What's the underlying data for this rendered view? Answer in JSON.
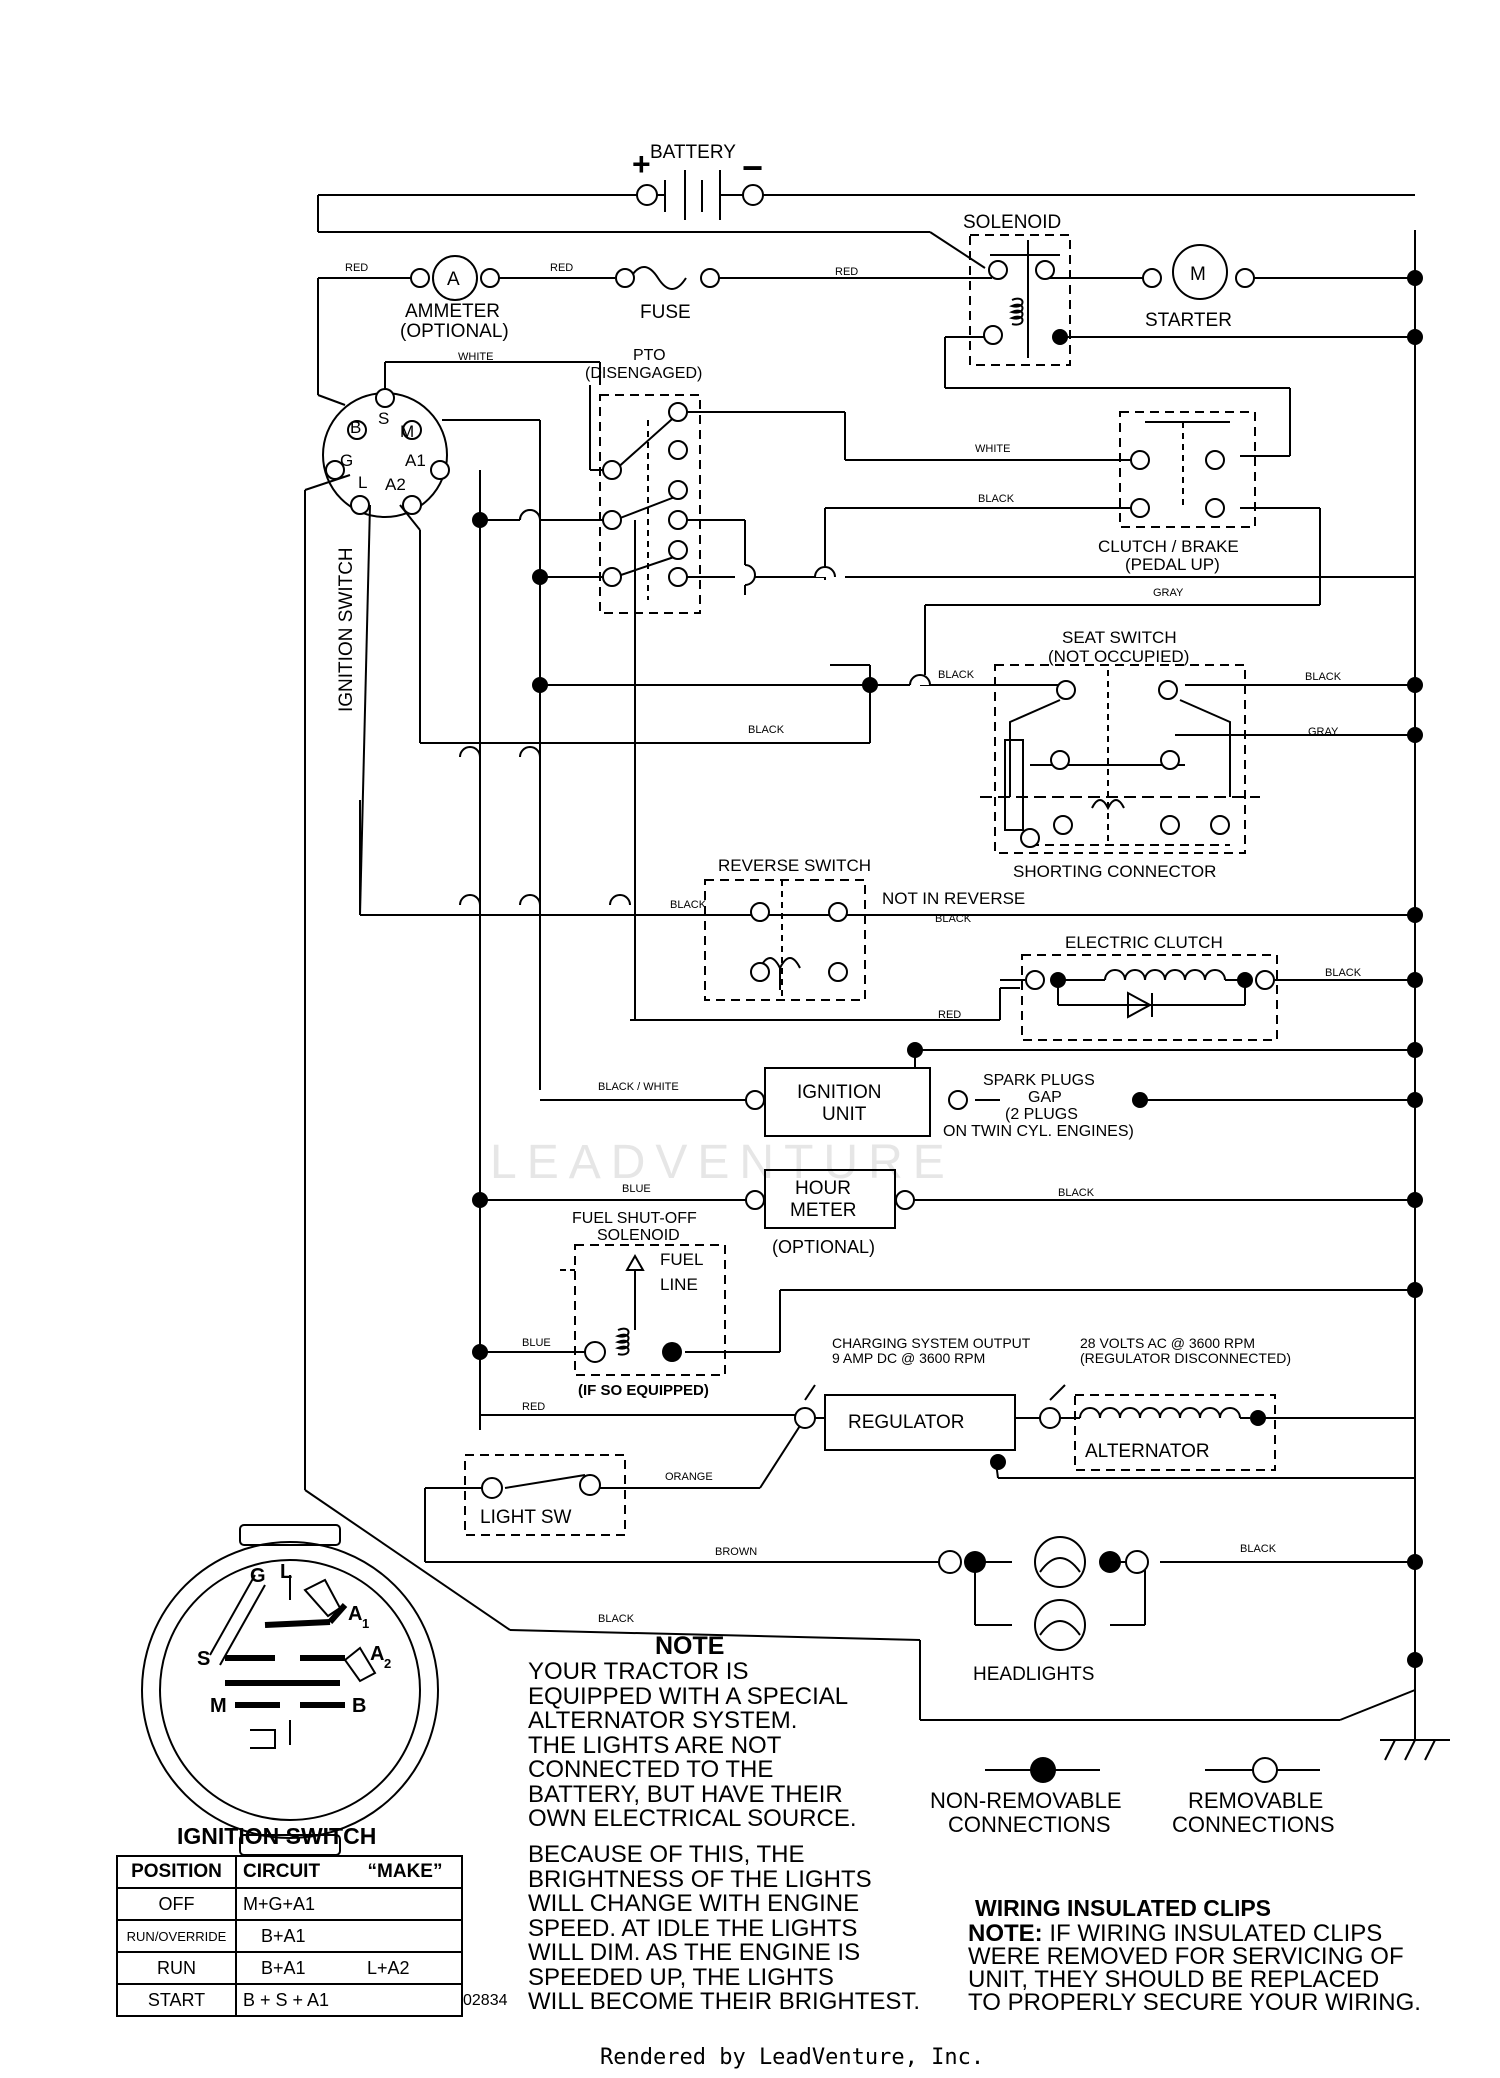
{
  "components": {
    "battery": "BATTERY",
    "solenoid": "SOLENOID",
    "ammeter": "AMMETER",
    "ammeter_opt": "(OPTIONAL)",
    "ammeter_symbol": "A",
    "fuse": "FUSE",
    "starter": "STARTER",
    "starter_symbol": "M",
    "pto": "PTO",
    "pto_state": "(DISENGAGED)",
    "clutch_brake": "CLUTCH / BRAKE",
    "clutch_brake_state": "(PEDAL UP)",
    "seat_switch": "SEAT SWITCH",
    "seat_state": "(NOT OCCUPIED)",
    "shorting_connector": "SHORTING CONNECTOR",
    "reverse_switch": "REVERSE SWITCH",
    "not_in_reverse": "NOT IN REVERSE",
    "electric_clutch": "ELECTRIC CLUTCH",
    "ignition_unit_1": "IGNITION",
    "ignition_unit_2": "UNIT",
    "spark_plugs_1": "SPARK PLUGS",
    "spark_plugs_2": "GAP",
    "spark_plugs_3": "(2 PLUGS",
    "spark_plugs_4": "ON TWIN CYL. ENGINES)",
    "hour_meter_1": "HOUR",
    "hour_meter_2": "METER",
    "hour_meter_opt": "(OPTIONAL)",
    "fuel_solenoid_1": "FUEL SHUT-OFF",
    "fuel_solenoid_2": "SOLENOID",
    "fuel_line_1": "FUEL",
    "fuel_line_2": "LINE",
    "if_equipped": "(IF SO EQUIPPED)",
    "charging_output_1": "CHARGING SYSTEM OUTPUT",
    "charging_output_2": "9 AMP DC @ 3600 RPM",
    "ac_volts_1": "28 VOLTS AC @ 3600 RPM",
    "ac_volts_2": "(REGULATOR DISCONNECTED)",
    "regulator": "REGULATOR",
    "alternator": "ALTERNATOR",
    "light_sw": "LIGHT SW",
    "headlights": "HEADLIGHTS",
    "ignition_switch_vertical": "IGNITION SWITCH",
    "plus": "+",
    "minus": "−"
  },
  "switch_terminals": [
    "B",
    "S",
    "M",
    "G",
    "A1",
    "L",
    "A2"
  ],
  "plug_terminals": [
    "G",
    "L",
    "A",
    "1",
    "S",
    "A",
    "2",
    "M",
    "B"
  ],
  "wires": {
    "red": "RED",
    "white": "WHITE",
    "black": "BLACK",
    "gray": "GRAY",
    "blue": "BLUE",
    "orange": "ORANGE",
    "brown": "BROWN",
    "black_white": "BLACK / WHITE"
  },
  "legend": {
    "non_removable_1": "NON-REMOVABLE",
    "non_removable_2": "CONNECTIONS",
    "removable_1": "REMOVABLE",
    "removable_2": "CONNECTIONS"
  },
  "watermark": "LEADVENTURE",
  "ignition_table": {
    "title": "IGNITION SWITCH",
    "headers": [
      "POSITION",
      "CIRCUIT",
      "“MAKE”"
    ],
    "rows": [
      {
        "position": "OFF",
        "circuit": "M+G+A1",
        "make": ""
      },
      {
        "position": "RUN/OVERRIDE",
        "circuit": "B+A1",
        "make": ""
      },
      {
        "position": "RUN",
        "circuit": "B+A1",
        "make": "L+A2"
      },
      {
        "position": "START",
        "circuit": "B + S + A1",
        "make": ""
      }
    ]
  },
  "drawing_number": "02834",
  "note": {
    "title": "NOTE",
    "paragraph1": "YOUR TRACTOR IS\nEQUIPPED WITH A SPECIAL\nALTERNATOR SYSTEM.\nTHE LIGHTS ARE NOT\nCONNECTED TO THE\nBATTERY, BUT HAVE THEIR\nOWN ELECTRICAL SOURCE.",
    "paragraph2": "BECAUSE OF THIS, THE\nBRIGHTNESS OF THE LIGHTS\nWILL CHANGE WITH ENGINE\nSPEED.  AT IDLE THE LIGHTS\nWILL DIM.  AS THE ENGINE IS\nSPEEDED UP, THE LIGHTS\nWILL BECOME THEIR BRIGHTEST."
  },
  "clips": {
    "title": "WIRING INSULATED CLIPS",
    "note_label": "NOTE:",
    "text": " IF WIRING INSULATED CLIPS\nWERE REMOVED FOR SERVICING OF\n UNIT, THEY SHOULD BE REPLACED\nTO PROPERLY SECURE YOUR WIRING."
  },
  "footer": "Rendered by LeadVenture, Inc."
}
